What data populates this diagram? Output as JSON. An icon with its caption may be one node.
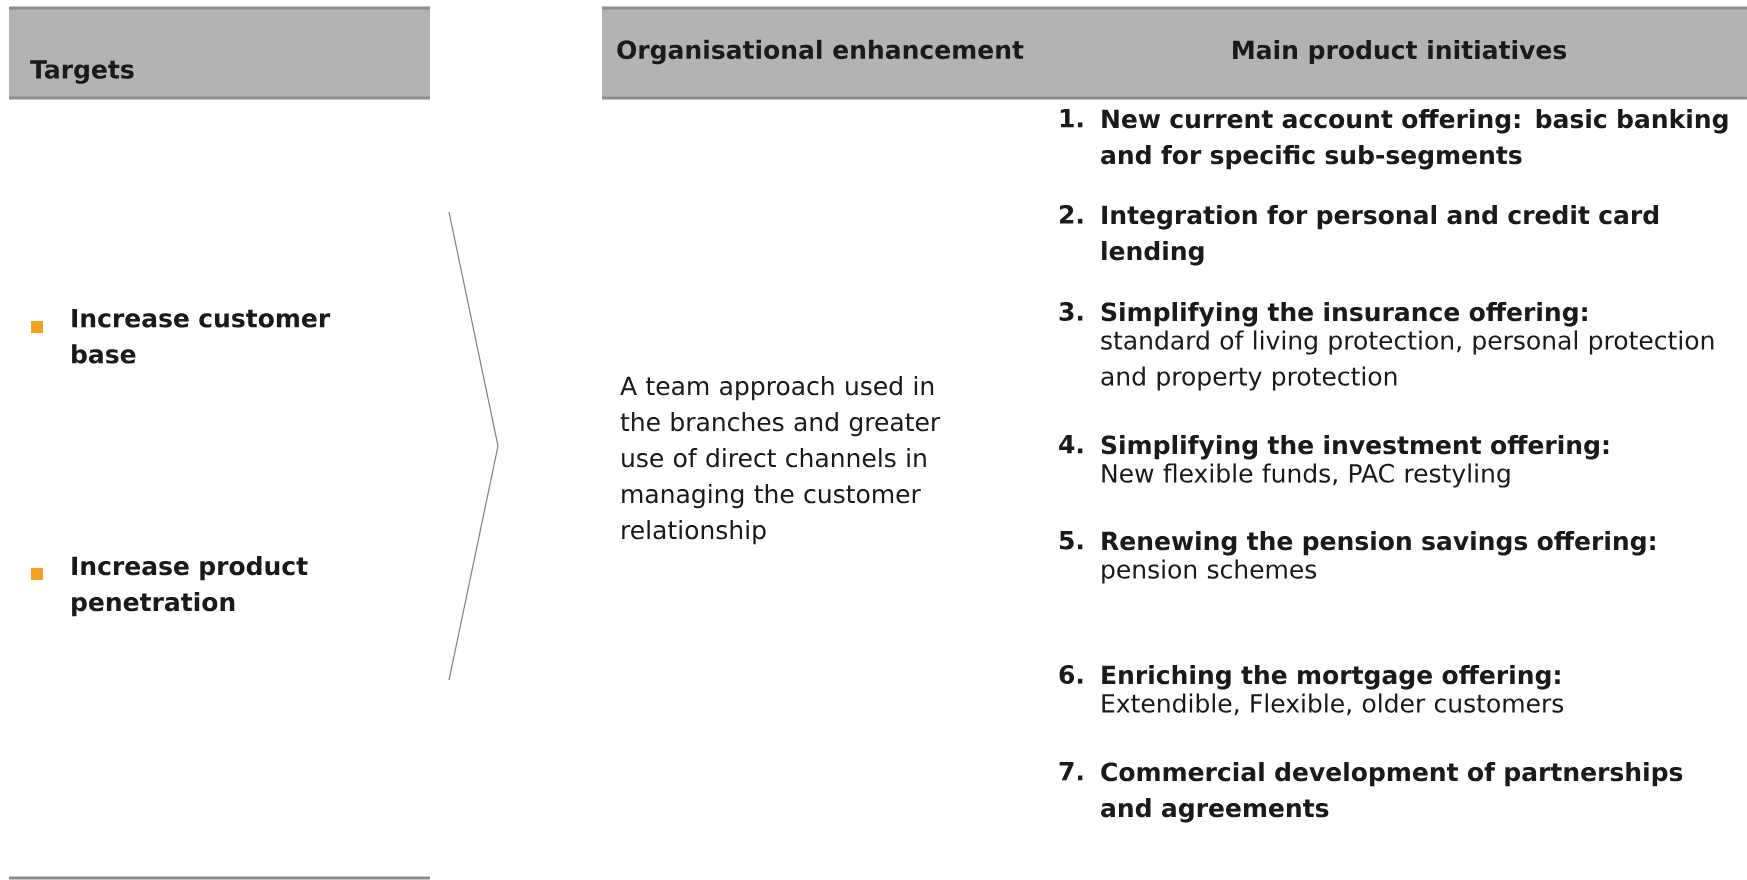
{
  "diagram": {
    "nodes": [
      {
        "text": [
          "Targets"
        ]
      },
      {
        "text": [
          "Organisational enhancement",
          "Main product initiatives"
        ]
      }
    ],
    "labels": [
      "Increase customer base",
      "Increase product penetration",
      "A team approach used in the branches and greater use of direct channels in managing the customer relationship",
      "1.",
      "New current account offering: basic banking and for specific sub-segments",
      "2.",
      "Integration for personal and credit card lending",
      "3.",
      "Simplifying the insurance offering:",
      "standard of living protection, personal protection and property protection",
      "4.",
      "Simplifying the investment offering:",
      "New flexible funds, PAC restyling",
      "5.",
      "Renewing the pension savings offering:",
      "pension schemes",
      "6.",
      "Enriching the mortgage offering:",
      "Extendible, Flexible, older customers",
      "7.",
      "Commercial development of partnerships and agreements"
    ]
  }
}
